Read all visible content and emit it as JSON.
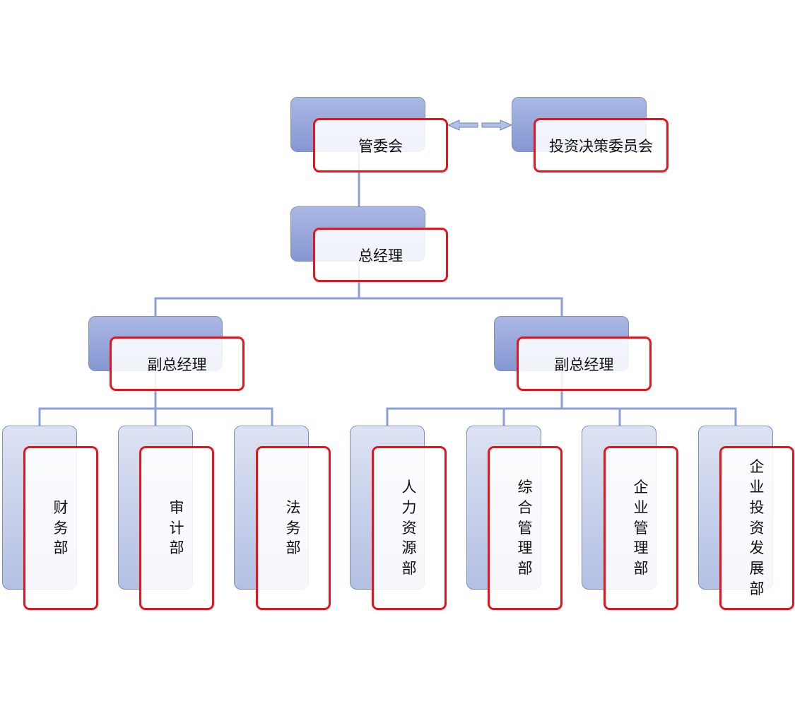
{
  "nodes": {
    "committee": {
      "label": "管委会"
    },
    "investment_committee": {
      "label": "投资决策委员会"
    },
    "general_manager": {
      "label": "总经理"
    },
    "deputy_gm_left": {
      "label": "副总经理"
    },
    "deputy_gm_right": {
      "label": "副总经理"
    },
    "finance_dept": {
      "label": "财务部"
    },
    "audit_dept": {
      "label": "审计部"
    },
    "legal_dept": {
      "label": "法务部"
    },
    "hr_dept": {
      "label": "人力资源部"
    },
    "general_admin_dept": {
      "label": "综合管理部"
    },
    "enterprise_mgmt_dept": {
      "label": "企业管理部"
    },
    "enterprise_invest_dept": {
      "label": "企业投资发展部"
    }
  },
  "colors": {
    "node_fill_dark": "#8597d3",
    "node_fill_light": "#dde3f3",
    "highlight_border": "#e8141c",
    "connector": "#8c9fd6"
  }
}
